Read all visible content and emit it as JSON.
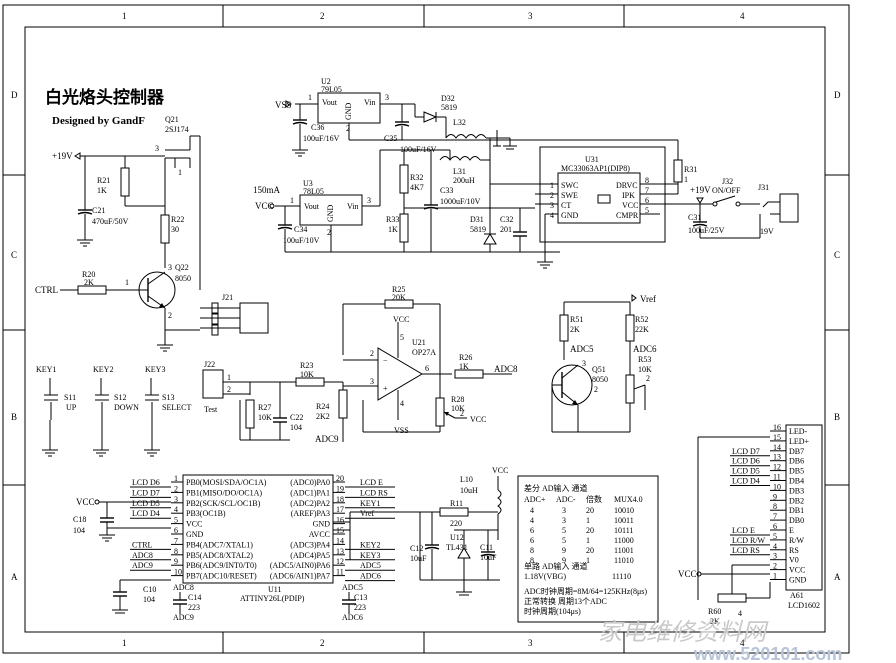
{
  "title": "白光烙头控制器",
  "subtitle": "Designed by GandF",
  "frame": {
    "columns": [
      "1",
      "2",
      "3",
      "4"
    ],
    "rows": [
      "D",
      "C",
      "B",
      "A"
    ]
  },
  "components": {
    "u2": {
      "ref": "U2",
      "part": "79L05",
      "pin1": "1",
      "pin2": "2",
      "pin3": "3",
      "vout": "Vout",
      "vin": "Vin",
      "gnd": "GND"
    },
    "u3": {
      "ref": "U3",
      "part": "78L05",
      "pin1": "1",
      "pin2": "2",
      "pin3": "3",
      "vout": "Vout",
      "vin": "Vin",
      "gnd": "GND"
    },
    "u3_current": "150mA",
    "c36": {
      "ref": "C36",
      "value": "100uF/16V"
    },
    "c35": {
      "ref": "C35",
      "value": "100uF/16V"
    },
    "c34": {
      "ref": "C34",
      "value": "100uF/10V"
    },
    "c33": {
      "ref": "C33",
      "value": "1000uF/10V"
    },
    "c32": {
      "ref": "C32",
      "value": "201"
    },
    "c31": {
      "ref": "C31",
      "value": "100uF/25V"
    },
    "c21": {
      "ref": "C21",
      "value": "470uF/50V"
    },
    "c22": {
      "ref": "C22",
      "value": "104"
    },
    "c18": {
      "ref": "C18",
      "value": "104"
    },
    "c10": {
      "ref": "C10",
      "value": "104"
    },
    "c14": {
      "ref": "C14",
      "value": "223"
    },
    "c13": {
      "ref": "C13",
      "value": "223"
    },
    "c12": {
      "ref": "C12",
      "value": "10uF"
    },
    "c11": {
      "ref": "C11",
      "value": "10uF"
    },
    "d32": {
      "ref": "D32",
      "value": "5819"
    },
    "d31": {
      "ref": "D31",
      "value": "5819"
    },
    "l32": {
      "ref": "L32"
    },
    "l31": {
      "ref": "L31",
      "value": "200uH"
    },
    "l10": {
      "ref": "L10",
      "value": "10uH"
    },
    "u31": {
      "ref": "U31",
      "part": "MC33063AP1(DIP8)",
      "pins": [
        "SWC",
        "SWE",
        "CT",
        "GND",
        "DRVC",
        "IPK",
        "VCC",
        "CMPR"
      ],
      "nums": [
        "1",
        "2",
        "3",
        "4",
        "8",
        "7",
        "6",
        "5"
      ]
    },
    "r31": {
      "ref": "R31",
      "value": "1"
    },
    "r32": {
      "ref": "R32",
      "value": "4K7"
    },
    "r33": {
      "ref": "R33",
      "value": "1K"
    },
    "j32": {
      "ref": "J32",
      "value": "ON/OFF"
    },
    "j31": {
      "ref": "J31",
      "value": "19V"
    },
    "v19": "+19V",
    "q21": {
      "ref": "Q21",
      "value": "2SJ174"
    },
    "r21": {
      "ref": "R21",
      "value": "1K"
    },
    "r22": {
      "ref": "R22",
      "value": "30"
    },
    "r20": {
      "ref": "R20",
      "value": "2K"
    },
    "q22": {
      "ref": "Q22",
      "value": "8050"
    },
    "j21": {
      "ref": "J21"
    },
    "r25": {
      "ref": "R25",
      "value": "20K"
    },
    "u21": {
      "ref": "U21",
      "part": "OP27A"
    },
    "r23": {
      "ref": "R23",
      "value": "10K"
    },
    "r26": {
      "ref": "R26",
      "value": "1K"
    },
    "r27": {
      "ref": "R27",
      "value": "10K"
    },
    "r24": {
      "ref": "R24",
      "value": "2K2"
    },
    "r28": {
      "ref": "R28",
      "value": "10K"
    },
    "j22": {
      "ref": "J22",
      "value": "Test"
    },
    "r51": {
      "ref": "R51",
      "value": "2K"
    },
    "r52": {
      "ref": "R52",
      "value": "22K"
    },
    "r53": {
      "ref": "R53",
      "value": "10K"
    },
    "q51": {
      "ref": "Q51",
      "value": "8050"
    },
    "r11": {
      "ref": "R11",
      "value": "220"
    },
    "u12": {
      "ref": "U12",
      "value": "TL431"
    },
    "r60": {
      "ref": "R60",
      "value": "2K"
    },
    "s11": {
      "ref": "S11",
      "value": "UP",
      "key": "KEY1"
    },
    "s12": {
      "ref": "S12",
      "value": "DOWN",
      "key": "KEY2"
    },
    "s13": {
      "ref": "S13",
      "value": "SELECT",
      "key": "KEY3"
    },
    "u11": {
      "ref": "U11",
      "part": "ATTINY26L(PDIP)"
    },
    "a61": {
      "ref": "A61",
      "part": "LCD1602",
      "pin_num_4": "4"
    }
  },
  "nets": {
    "vss": "VSS",
    "vcc": "VCC",
    "vref": "Vref",
    "ctrl": "CTRL",
    "adc5": "ADC5",
    "adc6": "ADC6",
    "adc8": "ADC8",
    "adc9": "ADC9"
  },
  "u11_pins_left": [
    {
      "net": "LCD D6",
      "num": "1",
      "name": "PB0(MOSI/SDA/OC1A)"
    },
    {
      "net": "LCD D7",
      "num": "2",
      "name": "PB1(MISO/DO/OC1A)"
    },
    {
      "net": "LCD D5",
      "num": "3",
      "name": "PB2(SCK/SCL/OC1B)"
    },
    {
      "net": "LCD D4",
      "num": "4",
      "name": "PB3(OC1B)"
    },
    {
      "net": "",
      "num": "5",
      "name": "VCC"
    },
    {
      "net": "",
      "num": "6",
      "name": "GND"
    },
    {
      "net": "CTRL",
      "num": "7",
      "name": "PB4(ADC7/XTAL1)"
    },
    {
      "net": "ADC8",
      "num": "8",
      "name": "PB5(ADC8/XTAL2)"
    },
    {
      "net": "ADC9",
      "num": "9",
      "name": "PB6(ADC9/INT0/T0)"
    },
    {
      "net": "",
      "num": "10",
      "name": "PB7(ADC10/RESET)"
    }
  ],
  "u11_pins_right": [
    {
      "net": "LCD E",
      "num": "20",
      "name": "(ADC0)PA0"
    },
    {
      "net": "LCD RS",
      "num": "19",
      "name": "(ADC1)PA1"
    },
    {
      "net": "KEY1",
      "num": "18",
      "name": "(ADC2)PA2"
    },
    {
      "net": "Vref",
      "num": "17",
      "name": "(AREF)PA3"
    },
    {
      "net": "",
      "num": "16",
      "name": "GND"
    },
    {
      "net": "",
      "num": "15",
      "name": "AVCC"
    },
    {
      "net": "KEY2",
      "num": "14",
      "name": "(ADC3)PA4"
    },
    {
      "net": "KEY3",
      "num": "13",
      "name": "(ADC4)PA5"
    },
    {
      "net": "ADC5",
      "num": "12",
      "name": "(ADC5/AIN0)PA6"
    },
    {
      "net": "ADC6",
      "num": "11",
      "name": "(ADC6/AIN1)PA7"
    }
  ],
  "lcd_pins": [
    {
      "num": "16",
      "name": "LED-",
      "net": ""
    },
    {
      "num": "15",
      "name": "LED+",
      "net": ""
    },
    {
      "num": "14",
      "name": "DB7",
      "net": "LCD D7"
    },
    {
      "num": "13",
      "name": "DB6",
      "net": "LCD D6"
    },
    {
      "num": "12",
      "name": "DB5",
      "net": "LCD D5"
    },
    {
      "num": "11",
      "name": "DB4",
      "net": "LCD D4"
    },
    {
      "num": "10",
      "name": "DB3",
      "net": ""
    },
    {
      "num": "9",
      "name": "DB2",
      "net": ""
    },
    {
      "num": "8",
      "name": "DB1",
      "net": ""
    },
    {
      "num": "7",
      "name": "DB0",
      "net": ""
    },
    {
      "num": "6",
      "name": "E",
      "net": "LCD E"
    },
    {
      "num": "5",
      "name": "R/W",
      "net": "LCD R/W"
    },
    {
      "num": "4",
      "name": "RS",
      "net": "LCD RS"
    },
    {
      "num": "3",
      "name": "V0",
      "net": ""
    },
    {
      "num": "2",
      "name": "VCC",
      "net": ""
    },
    {
      "num": "1",
      "name": "GND",
      "net": ""
    }
  ],
  "adc_table": {
    "heading": "差分 AD输入 通道",
    "header": [
      "ADC+",
      "ADC-",
      "倍数",
      "MUX4.0"
    ],
    "rows": [
      [
        "4",
        "3",
        "20",
        "10010"
      ],
      [
        "4",
        "3",
        "1",
        "10011"
      ],
      [
        "6",
        "5",
        "20",
        "10111"
      ],
      [
        "6",
        "5",
        "1",
        "11000"
      ],
      [
        "8",
        "9",
        "20",
        "11001"
      ],
      [
        "8",
        "9",
        "1",
        "11010"
      ]
    ],
    "single_heading": "单路 AD输入 通道",
    "single_row": [
      "1.18V(VBG)",
      "11110"
    ],
    "note1": "ADC时钟周期=8M/64=125KHz(8μs)",
    "note2": "正常转换 周期13个ADC",
    "note3": "时钟周期(104μs)"
  },
  "watermark": {
    "cn": "家电维修资料网",
    "url": "www.520101.com"
  }
}
